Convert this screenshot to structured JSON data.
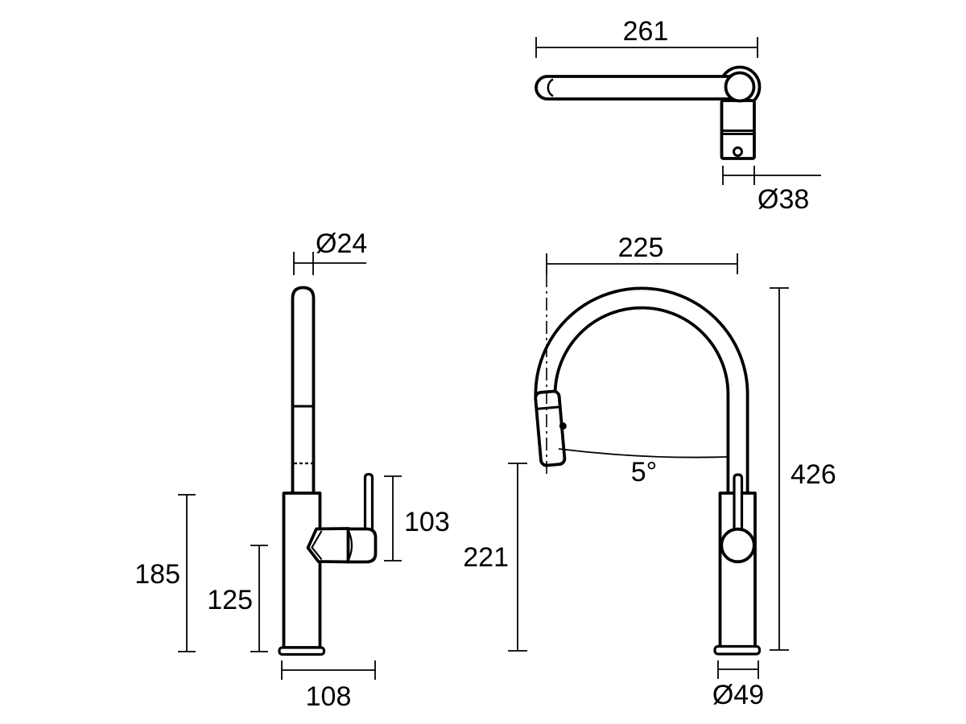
{
  "meta": {
    "background": "#ffffff",
    "ink": "#000000",
    "drawing_type": "kitchen-mixer-tap-dimension-drawing"
  },
  "views": {
    "top": {
      "label": "top-view",
      "spout_reach": "261",
      "outlet_diameter": "Ø38"
    },
    "side": {
      "label": "side-view",
      "spout_diameter": "Ø24",
      "handle_height": "103",
      "spout_height": "185",
      "body_height": "125",
      "base_depth": "108"
    },
    "front": {
      "label": "front-view",
      "arc_reach": "225",
      "overall_height": "426",
      "underspout_clearance": "221",
      "spray_tilt_angle": "5°",
      "base_diameter": "Ø49"
    }
  }
}
